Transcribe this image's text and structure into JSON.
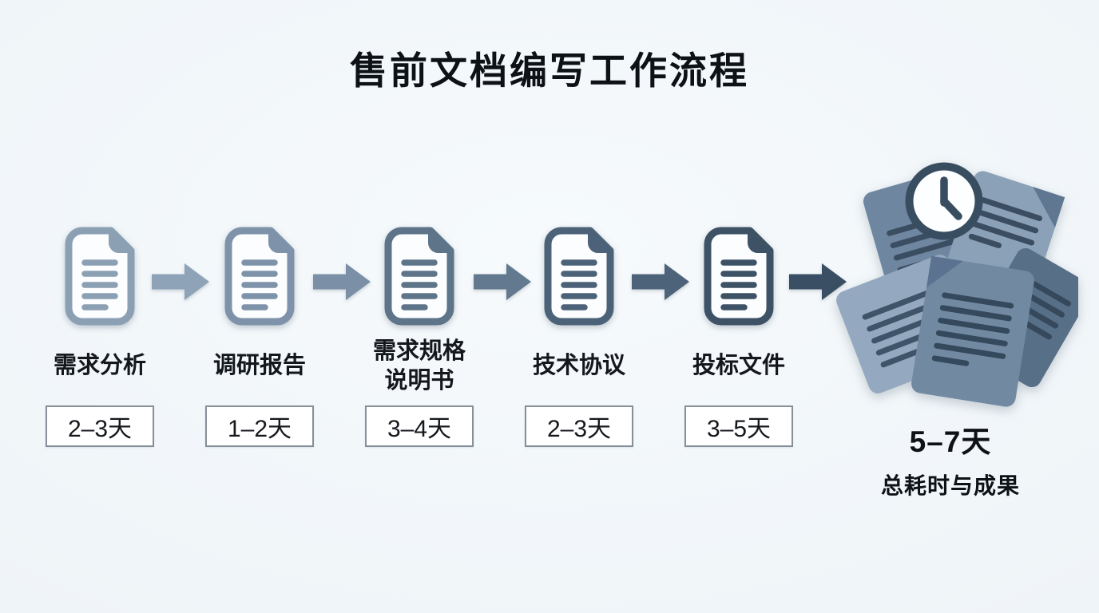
{
  "title": "售前文档编写工作流程",
  "colors": {
    "background": "#eff4f8",
    "text": "#14181d",
    "box_border": "#878f98",
    "box_background": "#ffffff",
    "dark_slate": "#394d61"
  },
  "stages": [
    {
      "label": "需求分析",
      "duration": "2–3天",
      "icon_color": "#8CA0B4",
      "arrow_color": "#8FA3B8"
    },
    {
      "label": "调研报告",
      "duration": "1–2天",
      "icon_color": "#7E93A9",
      "arrow_color": "#7B90A6"
    },
    {
      "label": "需求规格",
      "label2": "说明书",
      "duration": "3–4天",
      "icon_color": "#5E7489",
      "arrow_color": "#62798F"
    },
    {
      "label": "技术协议",
      "duration": "2–3天",
      "icon_color": "#4C6278",
      "arrow_color": "#4D6379"
    },
    {
      "label": "投标文件",
      "duration": "3–5天",
      "icon_color": "#3E5266",
      "arrow_color": "#3A4F63"
    }
  ],
  "result": {
    "duration": "5–7天",
    "caption": "总耗时与成果"
  }
}
